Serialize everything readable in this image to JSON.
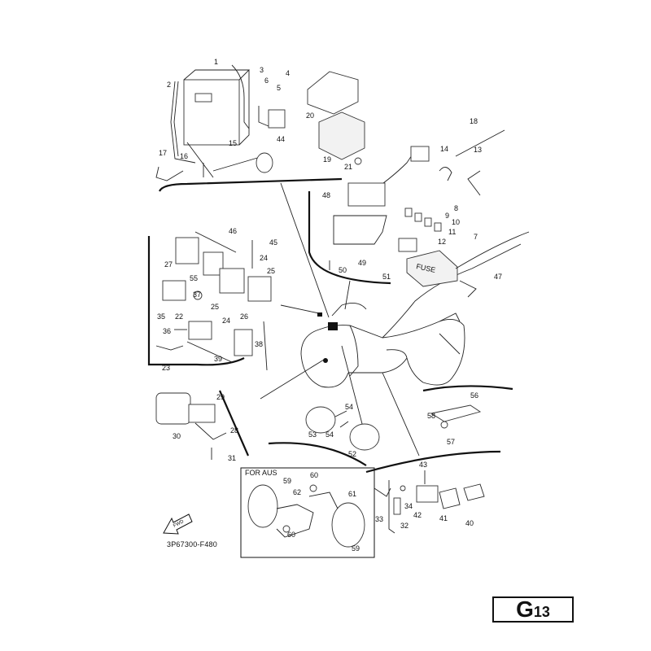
{
  "page_code": "3P67300-F480",
  "badge": {
    "letter": "G",
    "number": "13"
  },
  "for_aus_label": "FOR AUS",
  "fwd_label": "FWD",
  "fuse_label": "FUSE",
  "callouts": [
    "1",
    "2",
    "3",
    "4",
    "5",
    "6",
    "7",
    "8",
    "9",
    "10",
    "11",
    "12",
    "13",
    "14",
    "15",
    "16",
    "17",
    "18",
    "19",
    "20",
    "21",
    "22",
    "23",
    "24",
    "24",
    "25",
    "25",
    "26",
    "27",
    "28",
    "29",
    "30",
    "31",
    "32",
    "33",
    "34",
    "35",
    "36",
    "37",
    "38",
    "39",
    "40",
    "41",
    "42",
    "43",
    "44",
    "45",
    "46",
    "47",
    "48",
    "49",
    "50",
    "51",
    "52",
    "53",
    "54",
    "54",
    "55",
    "56",
    "57",
    "58",
    "59",
    "59",
    "60",
    "60",
    "61",
    "62"
  ]
}
